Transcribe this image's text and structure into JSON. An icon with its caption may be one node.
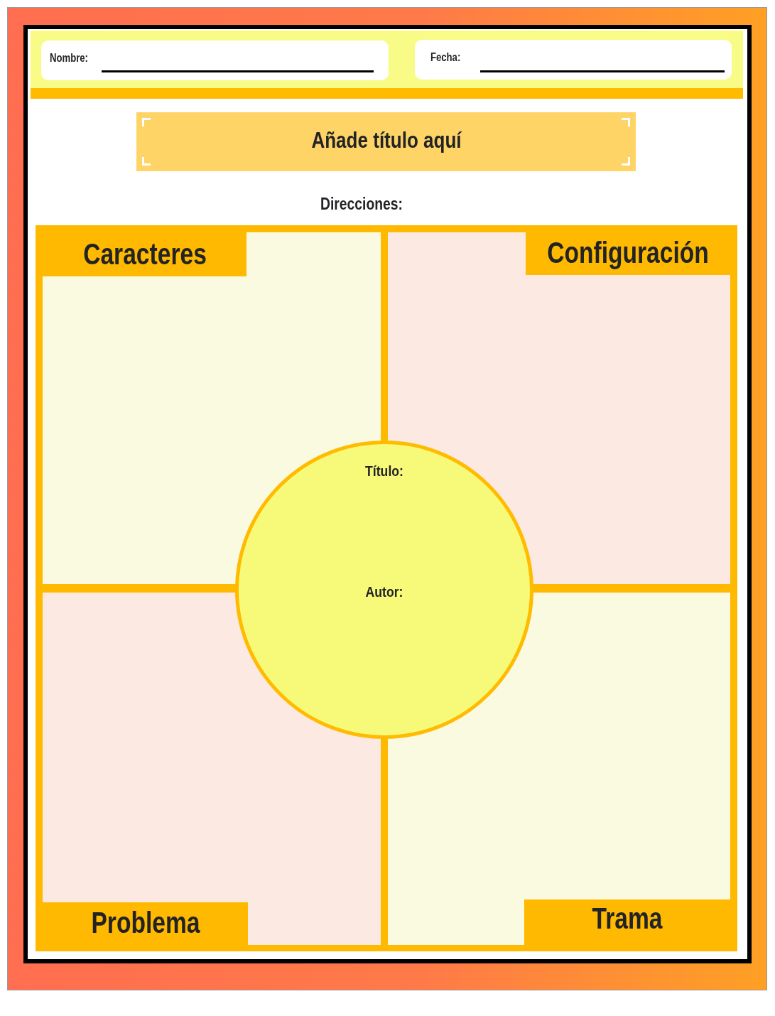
{
  "diagram": {
    "nodes": [
      {
        "text": [
          "Nombre:"
        ]
      },
      {
        "text": [
          "Fecha:"
        ]
      },
      {
        "text": [
          "Añade título aquí"
        ]
      },
      {
        "text": [
          "Caracteres"
        ]
      },
      {
        "text": [
          "Configuración"
        ]
      },
      {
        "text": [
          "Problema"
        ]
      },
      {
        "text": [
          "Trama"
        ]
      },
      {
        "text": [
          "Título:",
          "Autor:"
        ]
      }
    ],
    "labels": [
      "Direcciones:"
    ]
  }
}
